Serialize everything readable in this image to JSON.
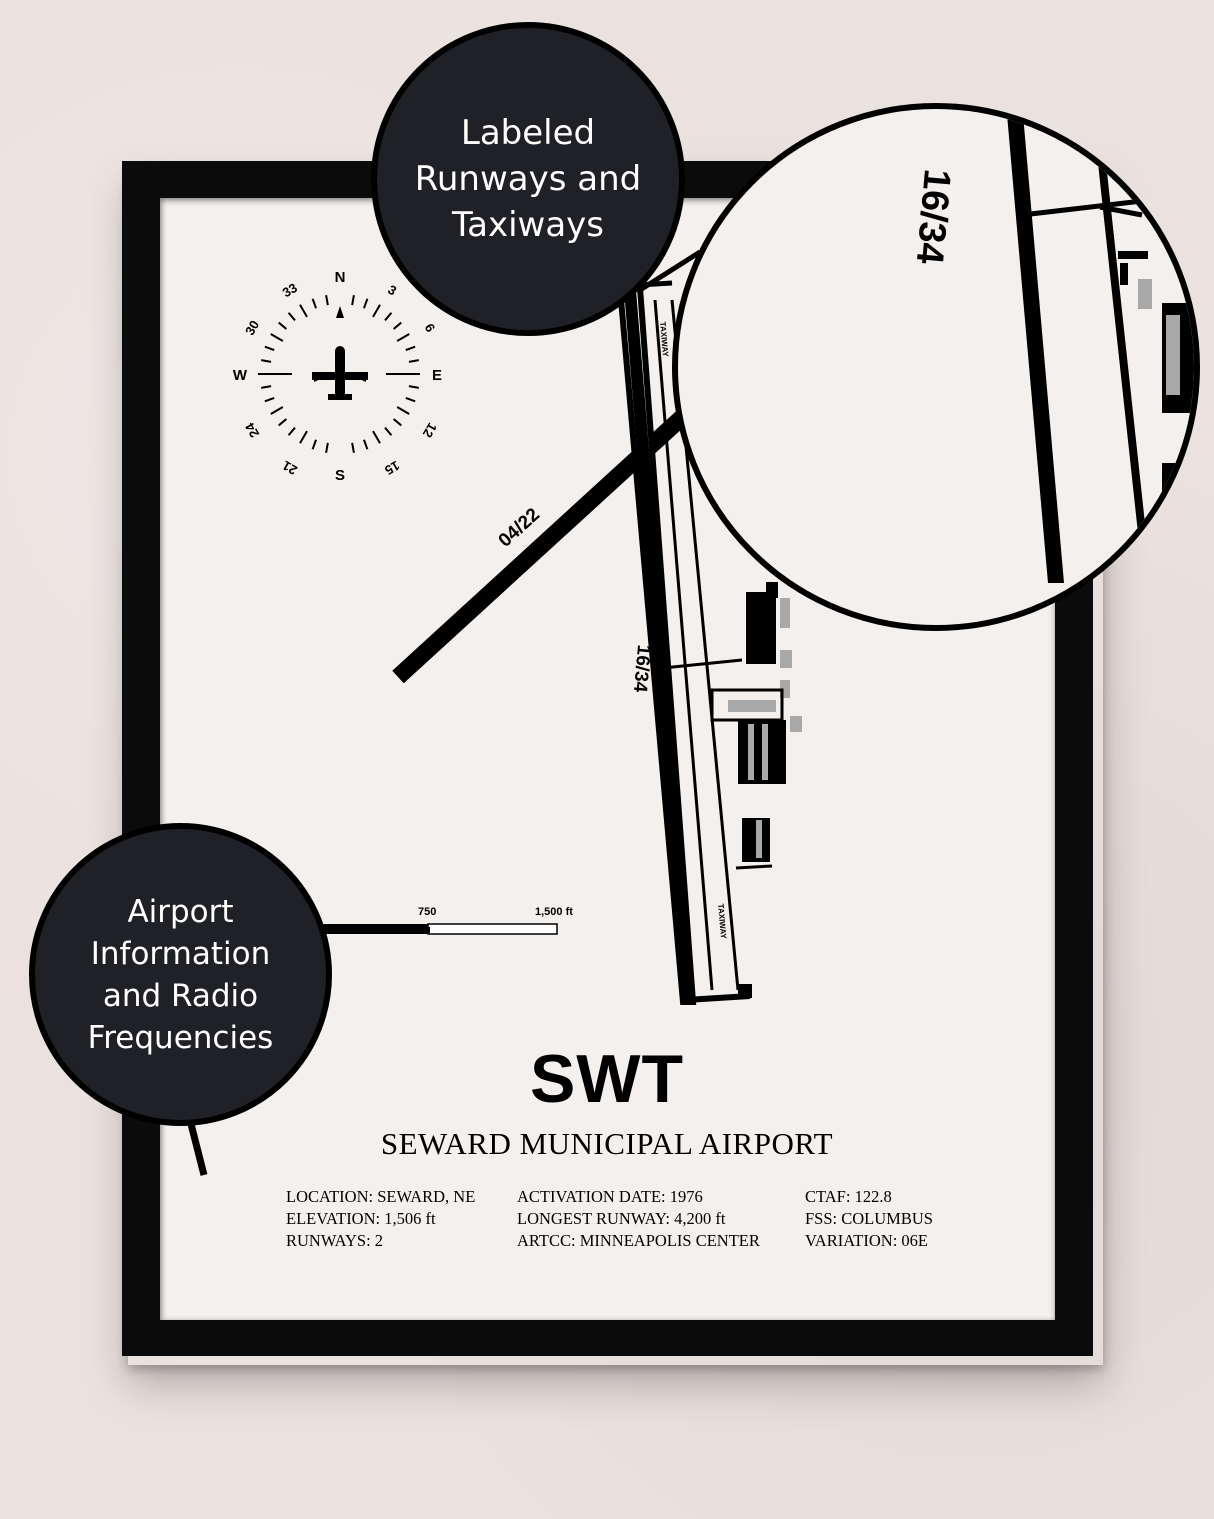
{
  "poster": {
    "code": "SWT",
    "name": "SEWARD MUNICIPAL AIRPORT",
    "info": {
      "col1": [
        "LOCATION: SEWARD, NE",
        "ELEVATION: 1,506 ft",
        "RUNWAYS: 2"
      ],
      "col2": [
        "ACTIVATION DATE: 1976",
        "LONGEST RUNWAY: 4,200 ft",
        "ARTCC: MINNEAPOLIS CENTER"
      ],
      "col3": [
        "CTAF: 122.8",
        "FSS: COLUMBUS",
        "VARIATION: 06E"
      ]
    },
    "runways": {
      "diagonal": "04/22",
      "main": "16/34"
    },
    "taxiway_label": "TAXIWAY",
    "scale": {
      "mid": "750",
      "end": "1,500 ft"
    },
    "compass": {
      "cardinals": {
        "n": "N",
        "e": "E",
        "s": "S",
        "w": "W"
      },
      "numbers": {
        "d3": "3",
        "d6": "6",
        "d12": "12",
        "d15": "15",
        "d21": "21",
        "d24": "24",
        "d30": "30",
        "d33": "33"
      }
    }
  },
  "callouts": {
    "top": "Labeled\nRunways and\nTaxiways",
    "left": "Airport\nInformation\nand Radio\nFrequencies"
  },
  "zoom": {
    "runway_label": "16/34"
  }
}
